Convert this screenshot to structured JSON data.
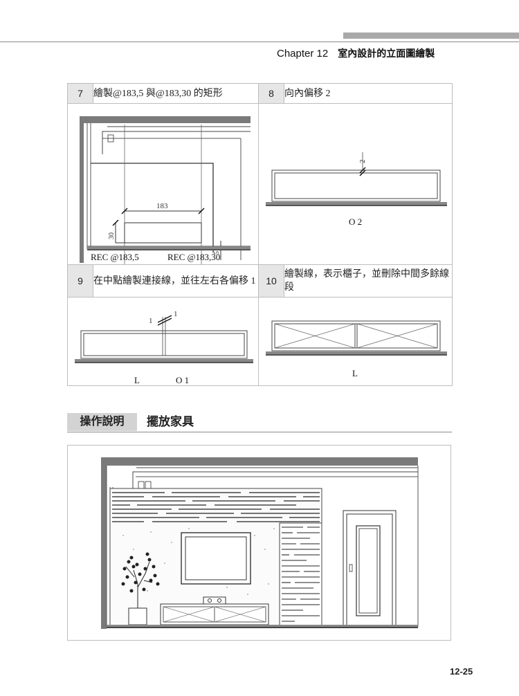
{
  "header": {
    "chapter_label": "Chapter 12",
    "chapter_title": "室內設計的立面圖繪製"
  },
  "steps": [
    {
      "num": "7",
      "text": "繪製@183,5 與@183,30 的矩形",
      "captions": [
        "REC @183,5",
        "REC @183,30"
      ],
      "dims": [
        "183",
        "30",
        "5"
      ]
    },
    {
      "num": "8",
      "text": "向內偏移 2",
      "captions": [
        "O 2"
      ],
      "dims": [
        "2"
      ]
    },
    {
      "num": "9",
      "text": "在中點繪製連接線，並往左右各偏移 1",
      "captions": [
        "L",
        "O 1"
      ],
      "dims": [
        "1",
        "1"
      ]
    },
    {
      "num": "10",
      "text": "繪製線，表示櫃子，並刪除中間多餘線段",
      "captions": [
        "L"
      ]
    }
  ],
  "section": {
    "label": "操作說明",
    "title": "擺放家具"
  },
  "page_number": "12-25"
}
